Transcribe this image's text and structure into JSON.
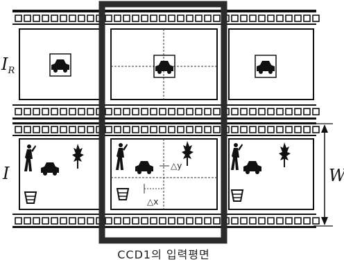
{
  "labels": {
    "reference_row": "I",
    "reference_row_subscript": "R",
    "input_row": "I",
    "width": "W",
    "dx": "△x",
    "dy": "△y"
  },
  "caption": "CCD1의 입력평면",
  "colors": {
    "ink": "#111111",
    "frame_gray": "#3a3a3a"
  }
}
